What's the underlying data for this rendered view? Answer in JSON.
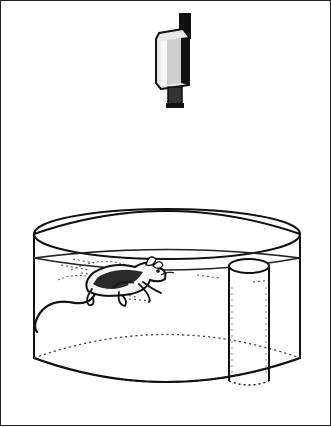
{
  "figure": {
    "background_color": "#ffffff",
    "line_color": "#111111",
    "water_line_color": "#222222",
    "components": [
      "overhead-video-camera",
      "circular-water-pool",
      "water-surface",
      "submerged-escape-platform",
      "swimming-rat"
    ]
  }
}
